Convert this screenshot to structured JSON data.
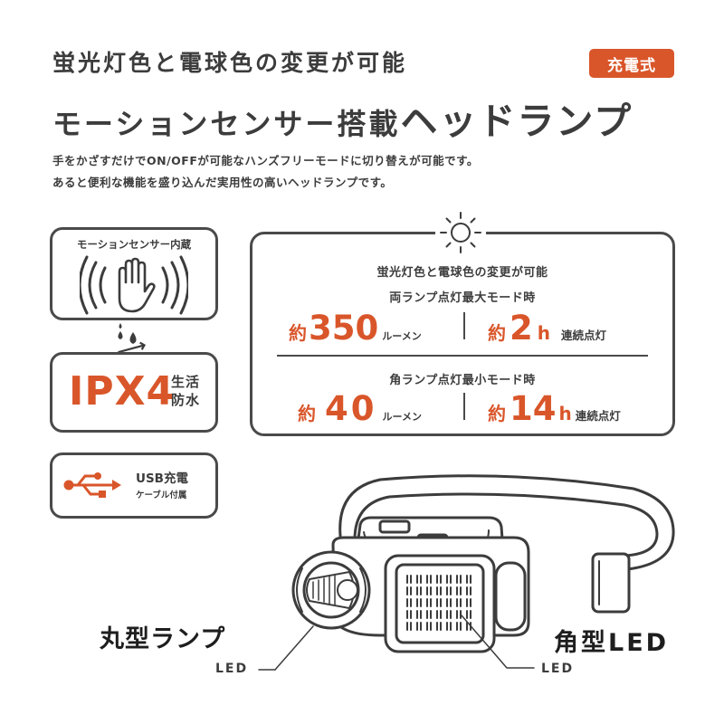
{
  "header": {
    "headline_line1": "蛍光灯色と電球色の変更が可能",
    "headline_line2_small": "モーションセンサー搭載",
    "headline_line2_big": "ヘッドランプ",
    "badge": "充電式",
    "description_line1": "手をかざすだけでON/OFFが可能なハンズフリーモードに切り替えが可能です。",
    "description_line2": "あると便利な機能を盛り込んだ実用性の高いヘッドランプです。"
  },
  "features": {
    "sensor": {
      "label": "モーションセンサー内蔵",
      "icon": "hand-wave-icon"
    },
    "waterproof": {
      "code": "IPX4",
      "label_line1": "生活",
      "label_line2": "防水",
      "icon": "water-drop-icon"
    },
    "usb": {
      "label": "USB充電",
      "sub": "ケーブル付属",
      "icon": "usb-icon"
    }
  },
  "spec": {
    "icon": "sun-icon",
    "title": "蛍光灯色と電球色の変更が可能",
    "max_mode": {
      "label": "両ランプ点灯最大モード時",
      "approx": "約",
      "lumen_value": "350",
      "lumen_unit": "ルーメン",
      "hours_value": "2",
      "hours_unit": "h",
      "hours_label": "連続点灯"
    },
    "min_mode": {
      "label": "角ランプ点灯最小モード時",
      "approx": "約",
      "lumen_value": "40",
      "lumen_unit": "ルーメン",
      "hours_value": "14",
      "hours_unit": "h",
      "hours_label": "連続点灯"
    }
  },
  "product": {
    "round_lamp_label": "丸型ランプ",
    "square_led_label": "角型LED",
    "round_led_caption": "LED",
    "square_led_caption": "LED"
  },
  "colors": {
    "accent": "#d9562a",
    "text": "#3c3c3c",
    "outline": "#4a4a4a"
  }
}
